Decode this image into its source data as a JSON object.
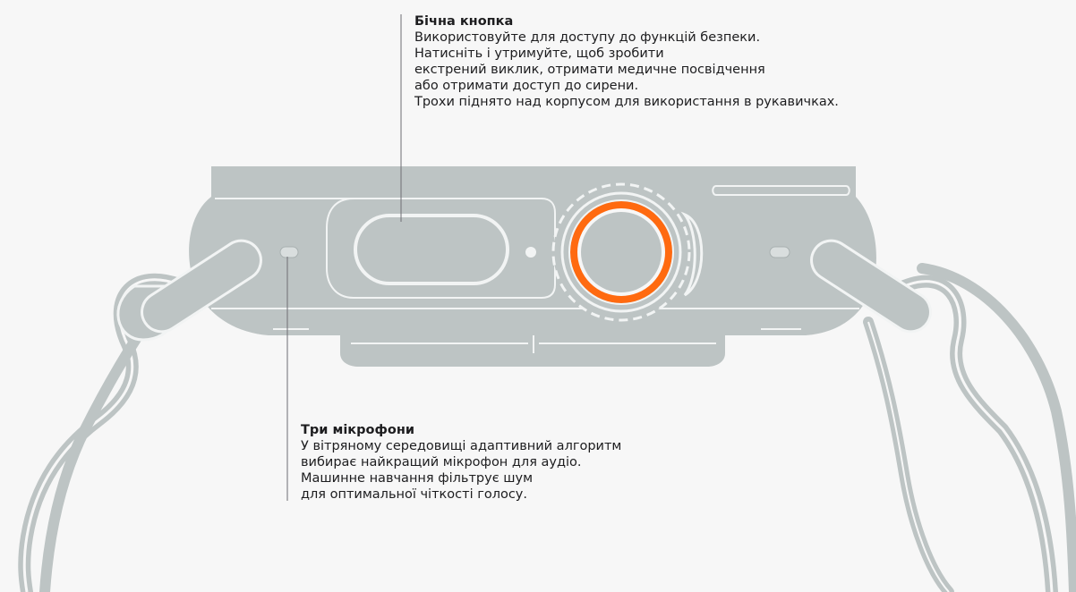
{
  "side_button": {
    "title": "Бічна кнопка",
    "lines": [
      "Використовуйте для доступу до функцій безпеки.",
      "Натисніть і утримуйте, щоб зробити",
      "екстрений виклик, отримати медичне посвідчення",
      "або отримати доступ до сирени.",
      "Трохи піднято над корпусом для використання в рукавичках."
    ]
  },
  "microphones": {
    "title": "Три мікрофони",
    "lines": [
      "У вітряному середовищі адаптивний алгоритм",
      "вибирає найкращий мікрофон для аудіо.",
      "Машинне навчання фільтрує шум",
      "для оптимальної чіткості голосу."
    ]
  },
  "colors": {
    "background": "#f7f7f7",
    "case": "#bdc4c4",
    "highlight": "#f2f4f4",
    "crown_accent": "#ff6a10",
    "leader_line": "#6e6e73"
  }
}
